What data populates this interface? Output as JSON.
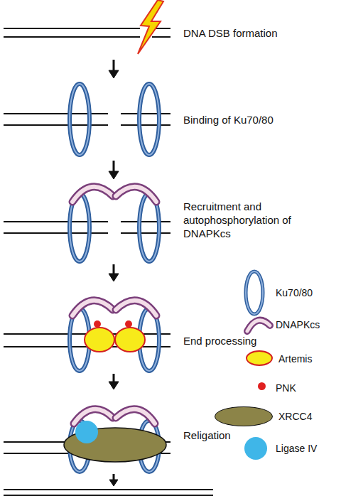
{
  "diagram": {
    "labels": [
      "DNA DSB formation",
      "Binding of Ku70/80",
      "Recruitment and autophosphorylation of DNAPKcs",
      "End processing",
      "Religation"
    ],
    "legend": [
      {
        "text": "Ku70/80"
      },
      {
        "text": "DNAPKcs"
      },
      {
        "text": "Artemis",
        "color": "#f7ea1a"
      },
      {
        "text": "PNK",
        "color": "#e02020"
      },
      {
        "text": "XRCC4",
        "color": "#8c8448"
      },
      {
        "text": "Ligase IV",
        "color": "#3fb6e8"
      }
    ]
  }
}
